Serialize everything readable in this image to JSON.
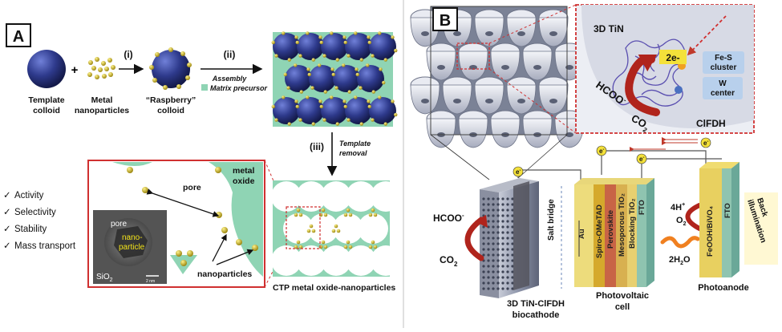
{
  "panel_a": {
    "label": "A",
    "step1": "(i)",
    "step2": "(ii)",
    "step3": "(iii)",
    "step2_caption_1": "Assembly",
    "step2_caption_2": "Matrix precursor",
    "step3_caption_1": "Template",
    "step3_caption_2": "removal",
    "template_colloid_1": "Template",
    "template_colloid_2": "colloid",
    "metal_np_1": "Metal",
    "metal_np_2": "nanoparticles",
    "raspberry_1": "“Raspberry”",
    "raspberry_2": "colloid",
    "plus": "+",
    "bullets": [
      "Activity",
      "Selectivity",
      "Stability",
      "Mass transport"
    ],
    "inset": {
      "pore": "pore",
      "metal_oxide_1": "metal",
      "metal_oxide_2": "oxide",
      "nanoparticles": "nanoparticles",
      "tem_pore": "pore",
      "tem_nano_1": "nano-",
      "tem_nano_2": "particle",
      "tem_sio2": "SiO",
      "tem_sio2_sub": "2",
      "scale": "2 nm"
    },
    "ctp_caption": "CTP metal oxide-nanoparticles"
  },
  "panel_b": {
    "label": "B",
    "zoom": {
      "tin": "3D TiN",
      "electrons": "2e-",
      "fes_1": "Fe-S",
      "fes_2": "cluster",
      "w_1": "W",
      "w_2": "center",
      "hcoo": "HCOO",
      "hcoo_sup": "-",
      "co2": "CO",
      "co2_sub": "2",
      "enzyme": "ClFDH"
    },
    "device": {
      "hcoo": "HCOO",
      "hcoo_sup": "-",
      "co2": "CO",
      "co2_sub": "2",
      "salt_bridge": "Salt bridge",
      "electron": "e",
      "electron_sup": "-",
      "pv_layers": [
        "Au",
        "Spiro-OMeTAD",
        "Perovskite",
        "Mesoporous TiO₂",
        "Blocking TiO₂",
        "FTO"
      ],
      "h_plus": "4H",
      "h_plus_sup": "+",
      "o2": "O",
      "o2_sub": "2",
      "h2o": "2H",
      "h2o_sub": "2",
      "h2o_tail": "O",
      "photoanode_layers": [
        "FeOOH/BiVO₄",
        "FTO"
      ],
      "back_1": "Back",
      "back_2": "illumination"
    },
    "captions": {
      "cathode_1": "3D TiN-ClFDH",
      "cathode_2": "biocathode",
      "pv_1": "Photovoltaic",
      "pv_2": "cell",
      "anode": "Photoanode"
    }
  },
  "colors": {
    "colloid": "#2e3a8c",
    "nanoparticle": "#c9b21a",
    "matrix": "#8fd4b4",
    "frame_red": "#d03030",
    "arrow_red": "#b0241c",
    "tin": "#9aa2b5"
  }
}
